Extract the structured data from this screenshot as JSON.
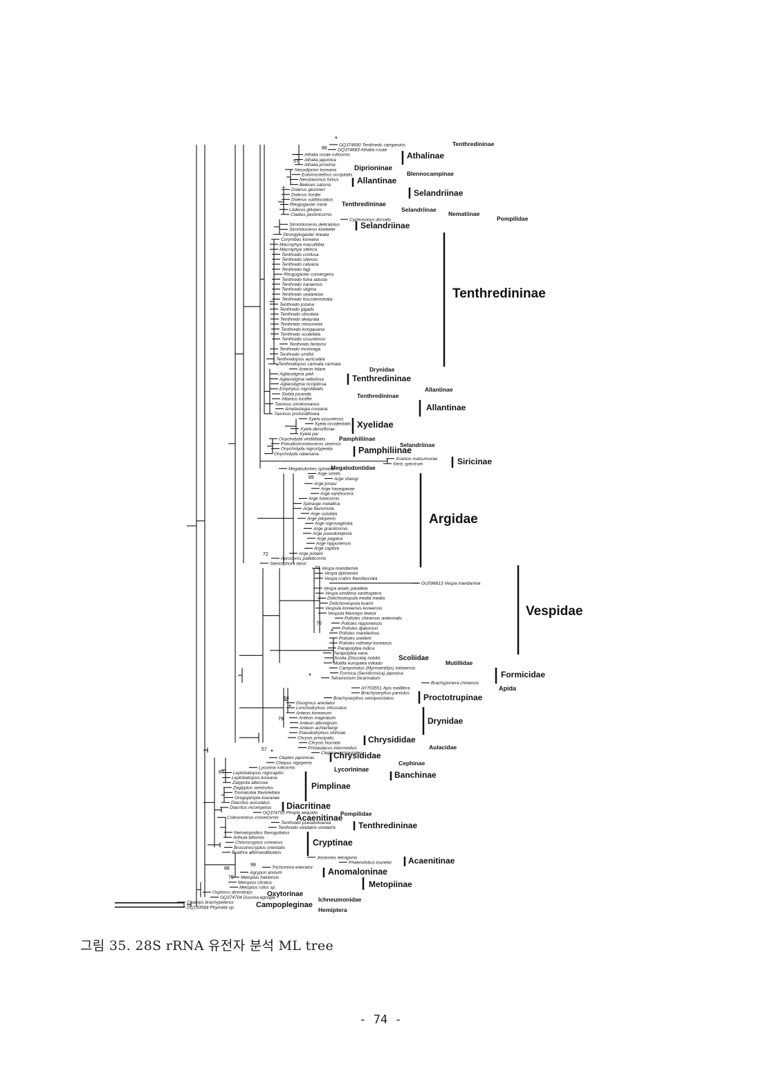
{
  "figure": {
    "caption": "그림 35. 28S rRNA 유전자 분석 ML tree",
    "page_number": "- 74 -",
    "line_color": "#111111"
  },
  "taxa": [
    "GQ374690 Tenthredo campestris",
    "GQ374683 Athalia rosae",
    "Athalia rosae ruficornis",
    "Athalia japonica",
    "Athalia proxima",
    "Nesodiprion koreana",
    "Eutomostethus occipitalis",
    "Nesotaxonus fulvus",
    "Beleses satonis",
    "Dolerus gessneri",
    "Dolerus hordei",
    "Dolerus subfasciatus",
    "Rhogogaster narai",
    "Loderus gilvipes",
    "Cladius pectinicornis",
    "Cyphononyx dorsalis",
    "Stromboceros delicatulus",
    "Stromboceros koebelei",
    "Strongylogaster lineata",
    "Corymbas koreana",
    "Macrophya maculitibia",
    "Macrophya sibirica",
    "Tenthredo confusa",
    "Tenthredo silensis",
    "Tenthredo calvaria",
    "Tenthredo fagi",
    "Rhogogaster convergens",
    "Tenthredo fulva adusta",
    "Tenthredo naraensis",
    "Tenthredo stigma",
    "Tenthredo sedankian",
    "Tenthredo fuscoterminata",
    "Tenthredo jozana",
    "Tenthredo gigads",
    "Tenthredo obsoleta",
    "Tenthredo deaurata",
    "Tenthredo mesomela",
    "Tenthredo kongauana",
    "Tenthredo scutellata",
    "Tenthredo ussuriensis",
    "Tenthredo fentonsi",
    "Tenthredo mortivaga",
    "Tenthredo smithii",
    "Tenthredopsis auriculata",
    "Tenthredopsis carinata carinata",
    "Anteon hilare",
    "Aglaostigma pieli",
    "Aglaostigma nebulosa",
    "Aglaostigma occipitosa",
    "Emphytus nigrotibialis",
    "Siobla jucanda",
    "Allantus luctifer",
    "Taxonus sinokoreanus",
    "Ametastegia coreana",
    "Taxonus profundifovea",
    "Xyela ussuriensis",
    "Xyela occidentalis",
    "Xyela densiflorae",
    "Xyela par",
    "Onycholyda viriditibialis",
    "Pseudostromboceros sinensis",
    "Onycholyda nigroclypeata",
    "Onycholyda odaesana",
    "Xoanon matsumurae",
    "Xeris spectrum",
    "Megalodontes spiraeae",
    "Arge similis",
    "Arge shengi",
    "Arge jonasi",
    "Arge hasegawae",
    "Arge xanthocera",
    "Arge fulvicornis",
    "Spinarge metallica",
    "Arge flavomixta",
    "Arge ustulata",
    "Arge pilopenis",
    "Arge nigrovaginata",
    "Arge gracilicornis",
    "Arge pseudorejecta",
    "Arge pagana",
    "Arge nipponensis",
    "Arge captiva",
    "Arge potaini",
    "Aproceros pallidicornis",
    "Sterictiphora tanoi",
    "Vespa mandarinia",
    "Vespa dybowskii",
    "Vespa crabro flavofasciata",
    "GU596813 Vespa mandarinia",
    "Vespa analis parallela",
    "Vespa simillima xanthoptera",
    "Dolichovespula media media",
    "Dolichovespula kuami",
    "Vespula koreensis koreensis",
    "Vespula flaviceps lewisii",
    "Polistes chinensis antennalis",
    "Polistes nipponensis",
    "Polistes djakonovi",
    "Polistes mandarinus",
    "Polistes snelleni",
    "Polistes rothneyi koreanus",
    "Parapolybia indica",
    "Parapolybia varia",
    "Scolia (Discolia) nobilis",
    "Mutilla europaea mikado",
    "Camponotus (Myrmamblys) tokioensis",
    "Formica (Serviformica) japonica",
    "Tetramorium bicarinatum",
    "Brachyponera chinensis",
    "AY703551 Apis mellifera",
    "Brachyserphus parvulus",
    "Brachyserphus semipunctatus",
    "Disogmus areolator",
    "Lonchodryinus infuscatus",
    "Anteon koreanum",
    "Anteon magnatum",
    "Anteon albonigrum",
    "Anteon achterbergi",
    "Pseudodryinus shihoae",
    "Chrysis principalis",
    "Chrysis fasciata",
    "Pristaulacus intermedius",
    "Cleptes semiauratus",
    "Cleptes japonicas",
    "Chepus nigripenis",
    "Lycorina ruficornis",
    "Leptobatopsis nigricapitis",
    "Leptobatopsis koreana",
    "Zatypota albicoxa",
    "Zaglyptus semirufus",
    "Tromatobia flavistellata",
    "Gregopimpla kuwanae",
    "Diacritus aciculatus",
    "Diacritus incompetus",
    "GQ374705 Pimpla aequalis",
    "Coleocentrus croceicornis",
    "Tenthredo pseudolivacea",
    "Tenthredo vividatrix vividatrix",
    "Nematopodius flavoguttatus",
    "Arthula biformis",
    "Chlorocryptus coreanus",
    "Brussinocryptus orientalis",
    "Buathra albimandibularis",
    "Jezarotes tetragonis",
    "Phaenolobus tsunekii",
    "Trichomma enecator",
    "Agrypon anxium",
    "Metopius hakiensis",
    "Metopius citratus",
    "Metopius rufus sp.",
    "Oxytorus diceratops",
    "GQ374704 Dusona egregia",
    "Charops brachypeterus",
    "DQ133584 Phymata sp."
  ],
  "group_labels": [
    "Tenthredininae",
    "Athalinae",
    "Diprioninae",
    "Blennocampinae",
    "Allantinae",
    "Selandriinae",
    "Tenthredininae",
    "Selandriinae",
    "Nematiinae",
    "Pompilidae",
    "Selandriinae",
    "Tenthredininae",
    "Drynidae",
    "Tenthredininae",
    "Allantinae",
    "Tenthredininae",
    "Allantinae",
    "Xyelidae",
    "Pamphiliinae",
    "Selandriinae",
    "Pamphiliinae",
    "Siricinae",
    "Megalodontidae",
    "Argidae",
    "Vespidae",
    "Scoliidae",
    "Mutillidae",
    "Formicidae",
    "Apida",
    "Proctotrupinae",
    "Drynidae",
    "Chrysididae",
    "Aulacidae",
    "Chrysididae",
    "Cephinae",
    "Lycorininae",
    "Banchinae",
    "Pimplinae",
    "Diacritinae",
    "Pompilidae",
    "Acaenitinae",
    "Tenthredininae",
    "Cryptinae",
    "Acaenitinae",
    "Anomaloninae",
    "Metopiinae",
    "Oxytorinae",
    "Ichneumonidae",
    "Campopleginae",
    "Hemiptera"
  ],
  "support_values": [
    "*",
    "88",
    "57",
    "*",
    "*",
    "89",
    "72",
    "73",
    "70",
    "*",
    "*",
    "64",
    "*",
    "79",
    "57",
    "*",
    "84",
    "88",
    "99",
    "79"
  ]
}
